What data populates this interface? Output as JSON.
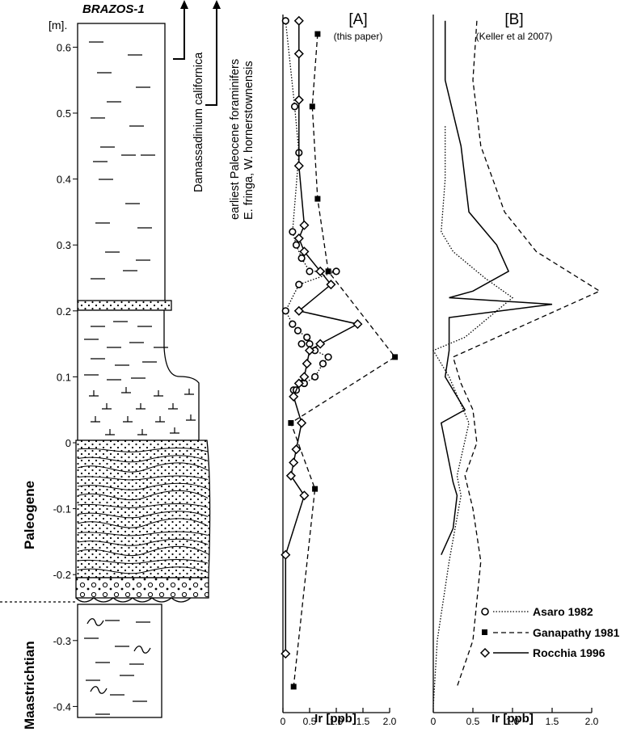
{
  "log": {
    "title": "BRAZOS-1",
    "depth_unit": "[m].",
    "depth_ticks": [
      "0.6",
      "0.5",
      "0.4",
      "0.3",
      "0.2",
      "0.1",
      "0",
      "-0.1",
      "-0.2",
      "-0.3",
      "-0.4"
    ],
    "period_upper": "Paleogene",
    "period_lower": "Maastrichtian",
    "marker_1": "Damassadinium californica",
    "marker_2_line1": "earliest Paleocene foraminifers",
    "marker_2_line2": "E. fringa, W. hornerstownensis"
  },
  "panel_a": {
    "title": "[A]",
    "subtitle": "(this paper)"
  },
  "panel_b": {
    "title": "[B]",
    "subtitle": "(Keller et al 2007)"
  },
  "legend": {
    "asaro": "Asaro 1982",
    "ganapathy": "Ganapathy 1981",
    "rocchia": "Rocchia 1996"
  },
  "colors": {
    "ink": "#000000",
    "sand_fill": "#f2f2f2"
  },
  "chart_data": [
    {
      "type": "line",
      "panel": "A",
      "xlabel": "Ir [ppb]",
      "ylabel": "[m].",
      "xlim": [
        0,
        2.0
      ],
      "ylim": [
        -0.4,
        0.6
      ],
      "x_ticks": [
        "0",
        "0.5",
        "1.0",
        "1.5",
        "2.0"
      ],
      "series": [
        {
          "name": "Asaro 1982",
          "style": "dotted",
          "marker": "circle",
          "points": [
            [
              0.05,
              0.64
            ],
            [
              0.22,
              0.51
            ],
            [
              0.3,
              0.44
            ],
            [
              0.18,
              0.32
            ],
            [
              0.25,
              0.3
            ],
            [
              0.35,
              0.28
            ],
            [
              0.5,
              0.26
            ],
            [
              1.0,
              0.26
            ],
            [
              0.3,
              0.24
            ],
            [
              0.05,
              0.2
            ],
            [
              0.18,
              0.18
            ],
            [
              0.28,
              0.17
            ],
            [
              0.45,
              0.16
            ],
            [
              0.35,
              0.15
            ],
            [
              0.5,
              0.15
            ],
            [
              0.6,
              0.14
            ],
            [
              0.85,
              0.13
            ],
            [
              0.75,
              0.12
            ],
            [
              0.6,
              0.1
            ],
            [
              0.4,
              0.09
            ],
            [
              0.2,
              0.08
            ],
            [
              0.25,
              0.08
            ]
          ]
        },
        {
          "name": "Ganapathy 1981",
          "style": "dashed",
          "marker": "square",
          "points": [
            [
              0.65,
              0.62
            ],
            [
              0.55,
              0.51
            ],
            [
              0.65,
              0.37
            ],
            [
              0.85,
              0.26
            ],
            [
              2.1,
              0.13
            ],
            [
              0.15,
              0.03
            ],
            [
              0.6,
              -0.07
            ],
            [
              0.2,
              -0.37
            ]
          ]
        },
        {
          "name": "Rocchia 1996",
          "style": "solid",
          "marker": "diamond",
          "points": [
            [
              0.3,
              0.64
            ],
            [
              0.3,
              0.59
            ],
            [
              0.3,
              0.52
            ],
            [
              0.3,
              0.42
            ],
            [
              0.4,
              0.33
            ],
            [
              0.3,
              0.31
            ],
            [
              0.4,
              0.29
            ],
            [
              0.7,
              0.26
            ],
            [
              0.9,
              0.24
            ],
            [
              0.3,
              0.2
            ],
            [
              1.4,
              0.18
            ],
            [
              0.7,
              0.15
            ],
            [
              0.5,
              0.14
            ],
            [
              0.45,
              0.12
            ],
            [
              0.4,
              0.1
            ],
            [
              0.3,
              0.09
            ],
            [
              0.2,
              0.07
            ],
            [
              0.35,
              0.03
            ],
            [
              0.25,
              -0.01
            ],
            [
              0.2,
              -0.03
            ],
            [
              0.15,
              -0.05
            ],
            [
              0.4,
              -0.08
            ],
            [
              0.05,
              -0.17
            ],
            [
              0.05,
              -0.32
            ]
          ]
        }
      ]
    },
    {
      "type": "line",
      "panel": "B",
      "xlabel": "Ir [ppb]",
      "xlim": [
        0,
        2.0
      ],
      "ylim": [
        -0.4,
        0.6
      ],
      "x_ticks": [
        "0",
        "0.5",
        "1.0",
        "1.5",
        "2.0"
      ],
      "series": [
        {
          "name": "Asaro 1982",
          "style": "dotted",
          "points": [
            [
              0.15,
              0.48
            ],
            [
              0.15,
              0.4
            ],
            [
              0.1,
              0.32
            ],
            [
              0.25,
              0.29
            ],
            [
              0.65,
              0.25
            ],
            [
              1.0,
              0.22
            ],
            [
              0.4,
              0.16
            ],
            [
              0.0,
              0.14
            ],
            [
              0.2,
              0.1
            ],
            [
              0.45,
              0.03
            ],
            [
              0.3,
              -0.05
            ],
            [
              0.35,
              -0.08
            ],
            [
              0.2,
              -0.18
            ],
            [
              0.05,
              -0.3
            ],
            [
              0.0,
              -0.4
            ]
          ]
        },
        {
          "name": "Ganapathy 1981",
          "style": "dashed",
          "points": [
            [
              0.55,
              0.64
            ],
            [
              0.5,
              0.55
            ],
            [
              0.6,
              0.45
            ],
            [
              0.9,
              0.35
            ],
            [
              1.3,
              0.29
            ],
            [
              2.1,
              0.23
            ],
            [
              0.25,
              0.13
            ],
            [
              0.35,
              0.09
            ],
            [
              0.5,
              0.05
            ],
            [
              0.55,
              0.0
            ],
            [
              0.4,
              -0.05
            ],
            [
              0.5,
              -0.1
            ],
            [
              0.6,
              -0.18
            ],
            [
              0.5,
              -0.3
            ],
            [
              0.3,
              -0.37
            ]
          ]
        },
        {
          "name": "Rocchia 1996",
          "style": "solid",
          "points": [
            [
              0.15,
              0.64
            ],
            [
              0.15,
              0.55
            ],
            [
              0.35,
              0.45
            ],
            [
              0.45,
              0.35
            ],
            [
              0.8,
              0.3
            ],
            [
              0.95,
              0.26
            ],
            [
              0.5,
              0.23
            ],
            [
              0.2,
              0.22
            ],
            [
              1.5,
              0.21
            ],
            [
              0.2,
              0.19
            ],
            [
              0.2,
              0.14
            ],
            [
              0.15,
              0.1
            ],
            [
              0.4,
              0.05
            ],
            [
              0.1,
              0.03
            ],
            [
              0.2,
              -0.03
            ],
            [
              0.25,
              -0.06
            ],
            [
              0.3,
              -0.08
            ],
            [
              0.25,
              -0.13
            ],
            [
              0.1,
              -0.17
            ]
          ]
        }
      ]
    }
  ]
}
